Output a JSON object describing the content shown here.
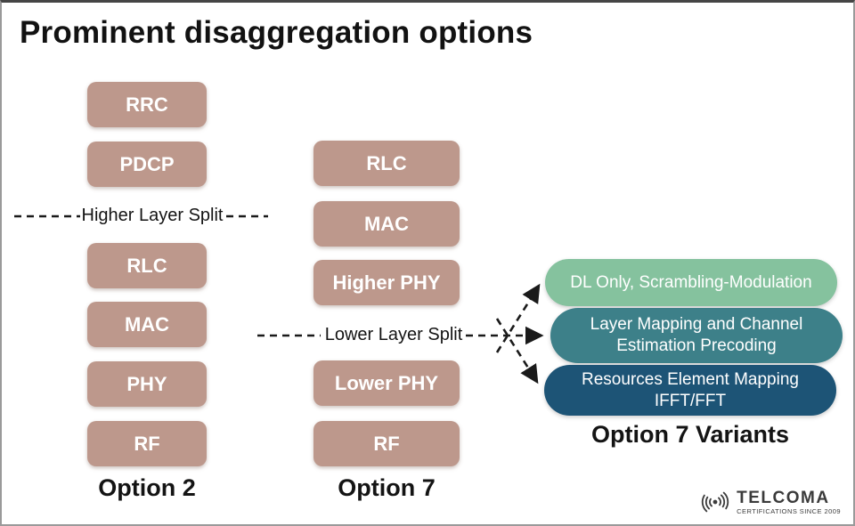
{
  "title": "Prominent disaggregation options",
  "colors": {
    "stack_box": "#bd988c",
    "variant_green": "#85c29e",
    "variant_teal": "#3d8089",
    "variant_navy": "#1d5476",
    "dash_line": "#1a1a1a"
  },
  "option2": {
    "boxes": [
      "RRC",
      "PDCP",
      "RLC",
      "MAC",
      "PHY",
      "RF"
    ],
    "label": "Option 2"
  },
  "option7": {
    "boxes": [
      "RLC",
      "MAC",
      "Higher PHY",
      "Lower PHY",
      "RF"
    ],
    "label": "Option 7"
  },
  "splits": {
    "higher": "Higher Layer Split",
    "lower": "Lower Layer Split"
  },
  "variants": {
    "items": [
      {
        "color": "#85c29e",
        "lines": [
          "DL Only, Scrambling-Modulation"
        ]
      },
      {
        "color": "#3d8089",
        "lines": [
          "Layer Mapping and Channel",
          "Estimation Precoding"
        ]
      },
      {
        "color": "#1d5476",
        "lines": [
          "Resources Element Mapping",
          "IFFT/FFT"
        ]
      }
    ],
    "label": "Option 7 Variants"
  },
  "logo": {
    "name": "TELCOMA",
    "tagline": "CERTIFICATIONS SINCE 2009"
  }
}
